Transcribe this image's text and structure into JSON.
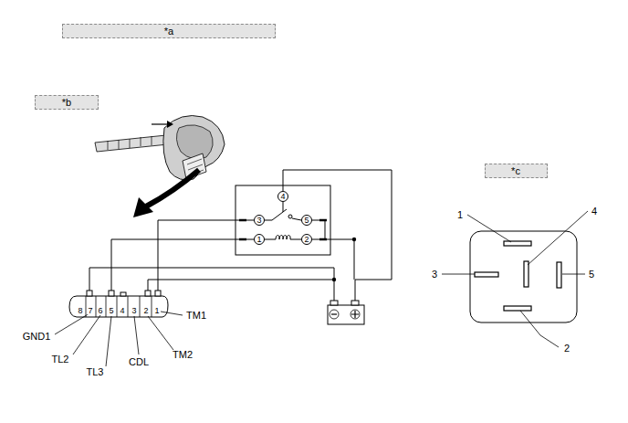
{
  "diagram": {
    "nodes": [
      {
        "text": [
          "*a"
        ]
      },
      {
        "text": [
          "*b"
        ]
      },
      {
        "text": [
          "*c"
        ]
      },
      {
        "text": [
          "4"
        ]
      },
      {
        "text": [
          "3"
        ]
      },
      {
        "text": [
          "5"
        ]
      },
      {
        "text": [
          "1"
        ]
      },
      {
        "text": [
          "2"
        ]
      }
    ],
    "edges": [
      {
        "from": 6,
        "to": 7,
        "arrow": "none"
      }
    ],
    "labels": [
      "8",
      "7",
      "6",
      "5",
      "4",
      "3",
      "2",
      "1",
      "TM1",
      "GND1",
      "TL2",
      "TL3",
      "CDL",
      "TM2",
      "1",
      "4",
      "3",
      "5",
      "2"
    ]
  }
}
